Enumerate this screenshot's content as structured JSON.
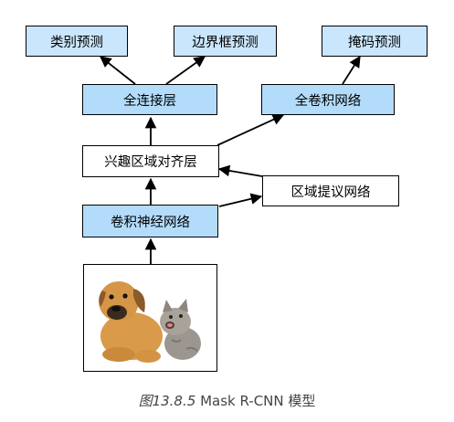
{
  "nodes": {
    "class_pred": "类别预测",
    "bbox_pred": "边界框预测",
    "mask_pred": "掩码预测",
    "fc_layer": "全连接层",
    "fcn": "全卷积网络",
    "roi_align": "兴趣区域对齐层",
    "rpn": "区域提议网络",
    "cnn": "卷积神经网络"
  },
  "image": {
    "description_icon": "puppy-and-kitten-photo"
  },
  "caption": {
    "prefix": "图13.8.5",
    "title": "Mask R-CNN 模型"
  },
  "colors": {
    "node_blue": "#b3dcfb",
    "node_light_blue": "#c9e6fc",
    "border": "#000000"
  }
}
